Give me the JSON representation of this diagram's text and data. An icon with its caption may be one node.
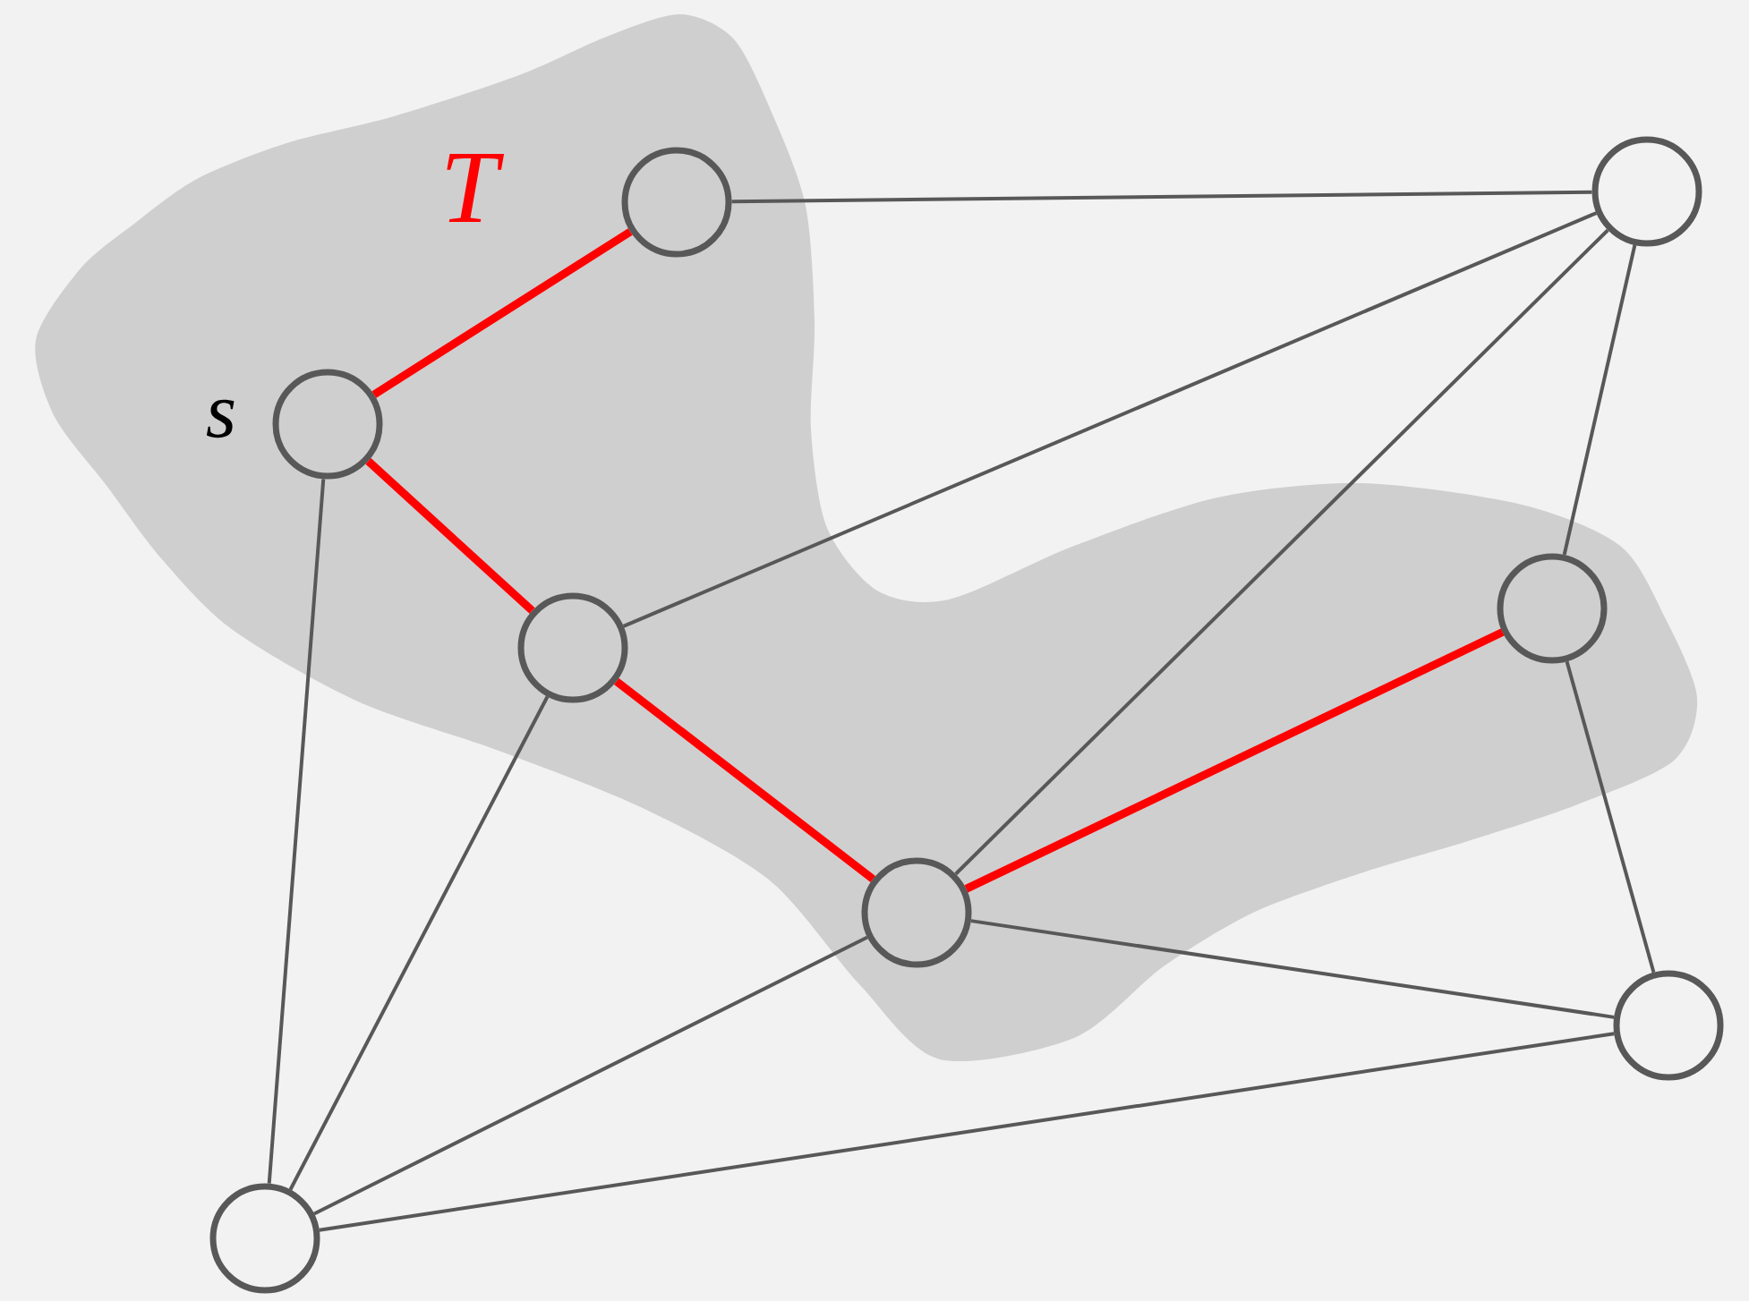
{
  "diagram": {
    "nodes": [
      {
        "text": [],
        "shape": "circle"
      },
      {
        "text": [],
        "shape": "circle",
        "beside": [
          "s"
        ]
      },
      {
        "text": [],
        "shape": "circle"
      },
      {
        "text": [],
        "shape": "circle"
      },
      {
        "text": [],
        "shape": "circle"
      },
      {
        "text": [],
        "shape": "circle"
      },
      {
        "text": [],
        "shape": "circle"
      },
      {
        "text": [],
        "shape": "circle"
      }
    ],
    "edges": [
      {
        "from": 1,
        "to": 3,
        "arrow": "none",
        "style": "thick",
        "color": "#ff0000"
      },
      {
        "from": 1,
        "to": 2,
        "arrow": "none",
        "style": "thick",
        "color": "#ff0000"
      },
      {
        "from": 2,
        "to": 4,
        "arrow": "none",
        "style": "thick",
        "color": "#ff0000"
      },
      {
        "from": 4,
        "to": 5,
        "arrow": "none",
        "style": "thick",
        "color": "#ff0000"
      },
      {
        "from": 3,
        "to": 6,
        "arrow": "none"
      },
      {
        "from": 2,
        "to": 6,
        "arrow": "none"
      },
      {
        "from": 4,
        "to": 6,
        "arrow": "none"
      },
      {
        "from": 5,
        "to": 6,
        "arrow": "none"
      },
      {
        "from": 5,
        "to": 7,
        "arrow": "none"
      },
      {
        "from": 4,
        "to": 7,
        "arrow": "none"
      },
      {
        "from": 0,
        "to": 7,
        "arrow": "none"
      },
      {
        "from": 0,
        "to": 4,
        "arrow": "none"
      },
      {
        "from": 0,
        "to": 2,
        "arrow": "none"
      },
      {
        "from": 0,
        "to": 1,
        "arrow": "none"
      }
    ],
    "labels": [
      "T"
    ]
  }
}
